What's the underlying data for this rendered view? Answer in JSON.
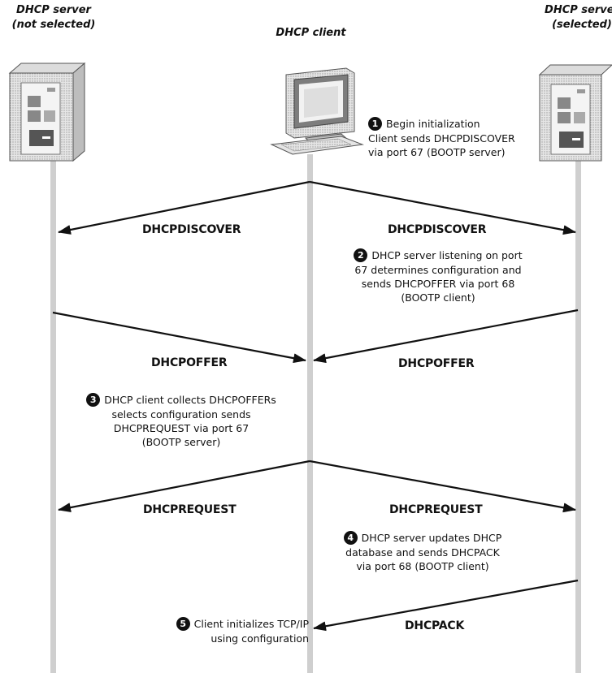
{
  "nodes": {
    "left": {
      "line1": "DHCP server",
      "line2": "(not selected)"
    },
    "center": {
      "line1": "DHCP client"
    },
    "right": {
      "line1": "DHCP server",
      "line2": "(selected)"
    }
  },
  "messages": {
    "discover_left": "DHCPDISCOVER",
    "discover_right": "DHCPDISCOVER",
    "offer_left": "DHCPOFFER",
    "offer_right": "DHCPOFFER",
    "request_left": "DHCPREQUEST",
    "request_right": "DHCPREQUEST",
    "ack_right": "DHCPACK"
  },
  "steps": [
    {
      "num": "1",
      "lines": [
        "Begin initialization",
        "Client sends DHCPDISCOVER",
        "via port 67 (BOOTP server)"
      ]
    },
    {
      "num": "2",
      "lines": [
        "DHCP server listening on port",
        "67 determines configuration and",
        "sends DHCPOFFER via port 68",
        "(BOOTP client)"
      ]
    },
    {
      "num": "3",
      "lines": [
        "DHCP client collects DHCPOFFERs",
        "selects configuration sends",
        "DHCPREQUEST via port 67",
        "(BOOTP server)"
      ]
    },
    {
      "num": "4",
      "lines": [
        "DHCP server updates DHCP",
        "database and sends DHCPACK",
        "via port 68 (BOOTP client)"
      ]
    },
    {
      "num": "5",
      "lines": [
        "Client initializes TCP/IP",
        "using configuration"
      ]
    }
  ]
}
